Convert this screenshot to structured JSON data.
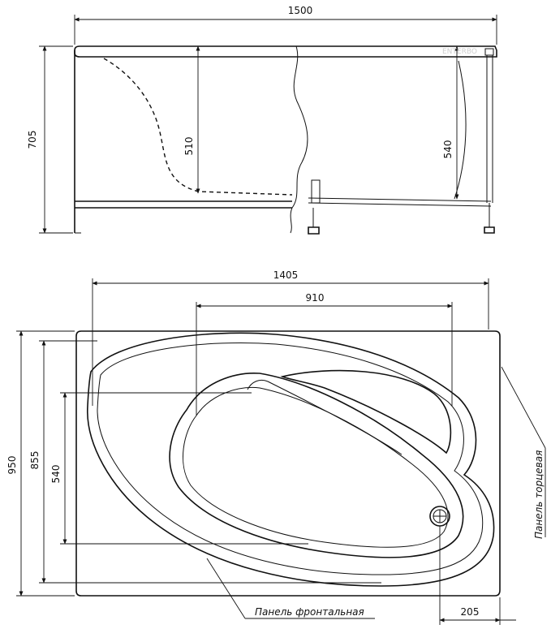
{
  "dimensions": {
    "side_width": "1500",
    "side_height": "705",
    "depth_left": "510",
    "depth_right": "540",
    "top_width": "1405",
    "bowl_width": "910",
    "top_height": "950",
    "top_inner_height": "855",
    "bowl_height": "540",
    "drain_offset": "205"
  },
  "labels": {
    "front_panel": "Панель фронтальная",
    "end_panel": "Панель торцевая"
  },
  "watermark": "ENTERBO"
}
